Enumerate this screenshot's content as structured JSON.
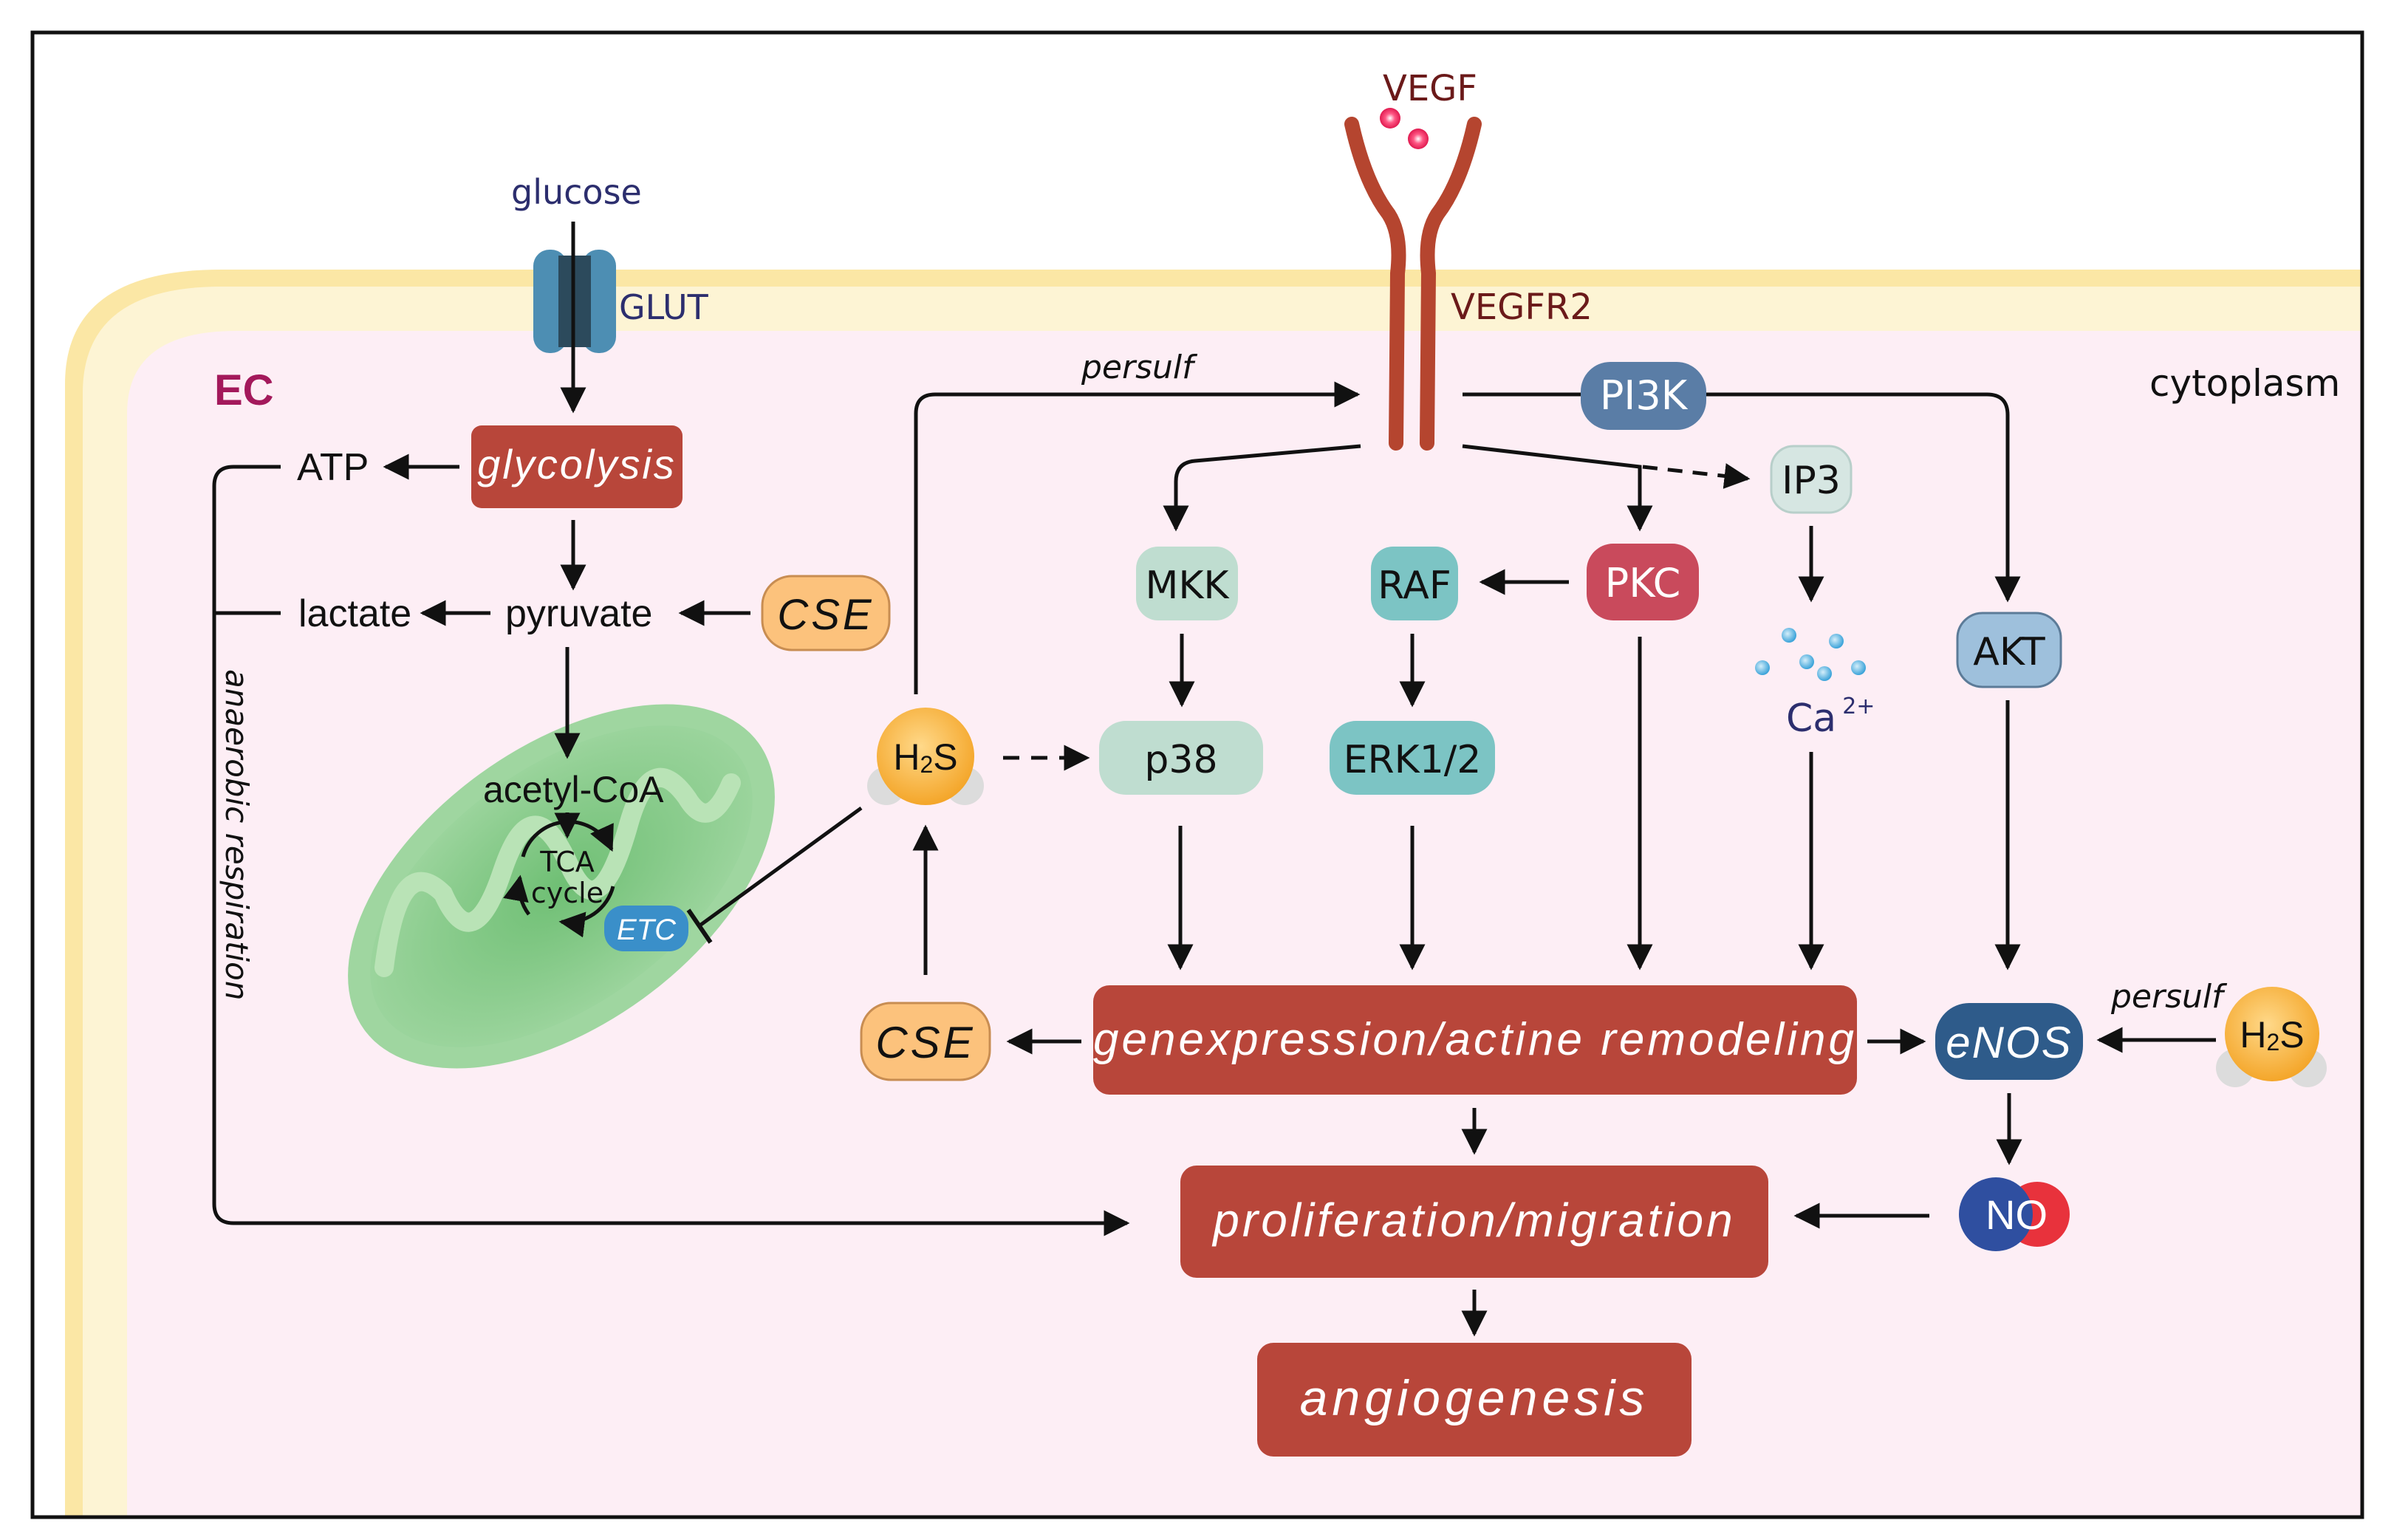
{
  "labels": {
    "vegf": "VEGF",
    "vegfr2": "VEGFR2",
    "glucose": "glucose",
    "glut": "GLUT",
    "ec": "EC",
    "cytoplasm": "cytoplasm",
    "persulf_top": "persulf",
    "persulf_right": "persulf",
    "atp": "ATP",
    "lactate": "lactate",
    "pyruvate": "pyruvate",
    "acetyl_coa": "acetyl-CoA",
    "tca_line1": "TCA",
    "tca_line2": "cycle",
    "anaerobic": "anaerobic respiration",
    "ca": "Ca",
    "ca_sup": "2+"
  },
  "nodes": {
    "glycolysis": "glycolysis",
    "cse_left": "CSE",
    "cse_bottom": "CSE",
    "etc": "ETC",
    "h2s_left_main": "H",
    "h2s_left_sub": "2",
    "h2s_left_end": "S",
    "h2s_right_main": "H",
    "h2s_right_sub": "2",
    "h2s_right_end": "S",
    "pi3k": "PI3K",
    "ip3": "IP3",
    "mkk": "MKK",
    "raf": "RAF",
    "pkc": "PKC",
    "akt": "AKT",
    "p38": "p38",
    "erk": "ERK1/2",
    "enos": "eNOS",
    "no_n": "N",
    "no_o": "O",
    "gene_expression": "genexpression/actine remodeling",
    "proliferation": "proliferation/migration",
    "angiogenesis": "angiogenesis"
  },
  "colors": {
    "membrane_outer": "#fbe7a5",
    "membrane_inner": "#fdf4d4",
    "cytoplasm": "#fdeef5",
    "brick": "#b8463a",
    "orange": "#fcc27c",
    "pi3k": "#5a7da6",
    "mint": "#bfddd0",
    "teal": "#7cc4c4",
    "pkc": "#c94a5c",
    "ip3": "#d6e6e2",
    "akt": "#9ec0dc",
    "enos": "#2e5b8a",
    "mito": "#74c07a",
    "etc": "#3a8fc9",
    "receptor": "#b5452f",
    "ec_label": "#a3195b",
    "glut_text": "#2c2e6e"
  }
}
